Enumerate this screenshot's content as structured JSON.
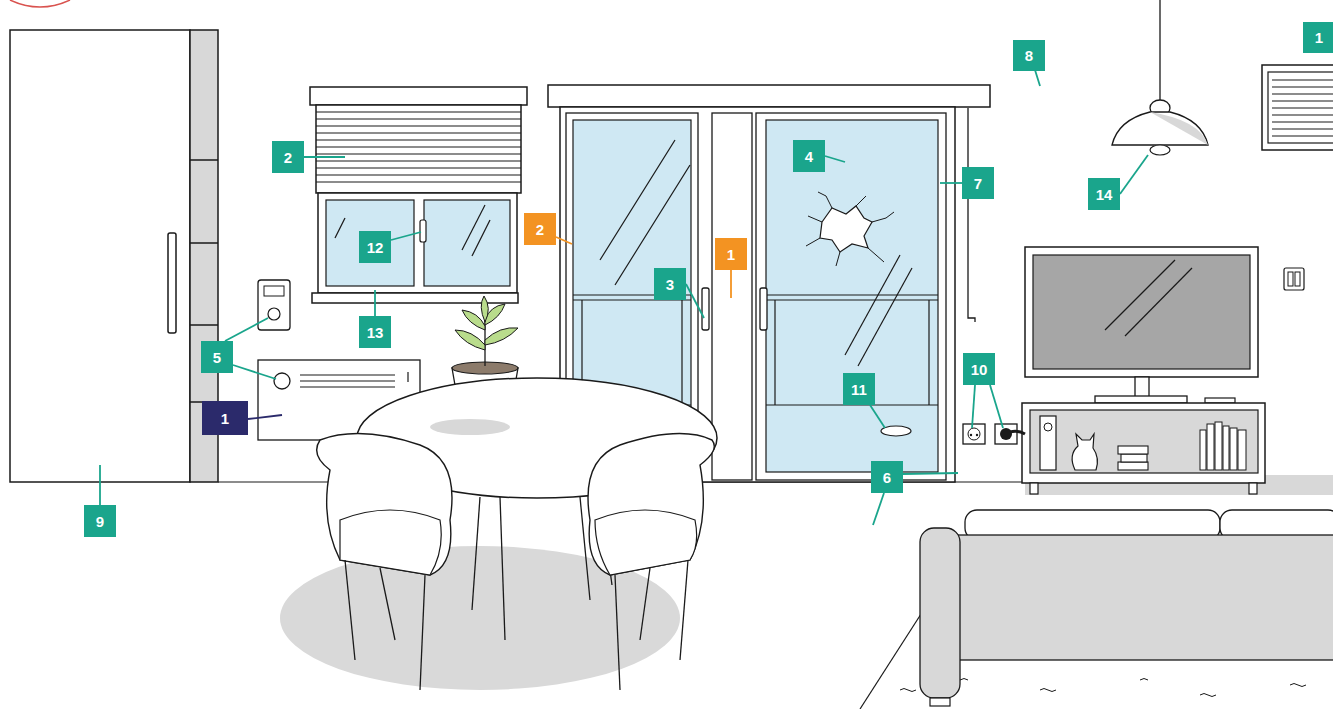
{
  "diagram": {
    "labels": [
      "1",
      "8",
      "2",
      "4",
      "7",
      "14",
      "2",
      "12",
      "1",
      "3",
      "13",
      "5",
      "10",
      "11",
      "1",
      "6",
      "9"
    ]
  }
}
